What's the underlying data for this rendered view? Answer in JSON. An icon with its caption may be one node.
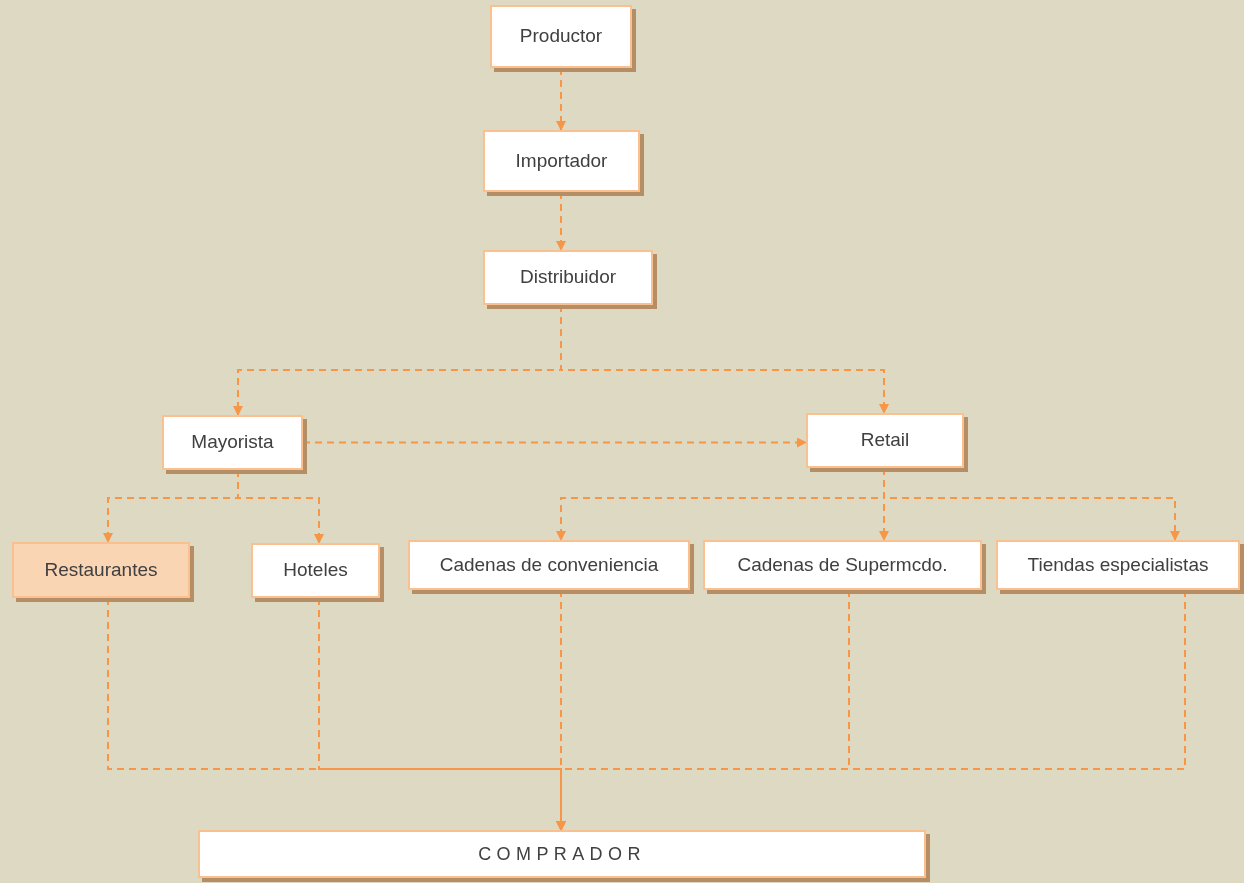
{
  "diagram": {
    "nodes": [
      {
        "text": [
          "Productor"
        ]
      },
      {
        "text": [
          "Importador"
        ]
      },
      {
        "text": [
          "Distribuidor"
        ]
      },
      {
        "text": [
          "Mayorista"
        ]
      },
      {
        "text": [
          "Retail"
        ]
      },
      {
        "text": [
          "Restaurantes"
        ]
      },
      {
        "text": [
          "Hoteles"
        ]
      },
      {
        "text": [
          "Cadenas de conveniencia"
        ]
      },
      {
        "text": [
          "Cadenas de Supermcdo."
        ]
      },
      {
        "text": [
          "Tiendas especialistas"
        ]
      },
      {
        "text": [
          "COMPRADOR"
        ]
      }
    ],
    "edges": [
      {
        "from": 0,
        "to": 1,
        "arrow": "to",
        "style": "dashed"
      },
      {
        "from": 1,
        "to": 2,
        "arrow": "to",
        "style": "dashed"
      },
      {
        "from": 2,
        "to": 3,
        "arrow": "to",
        "style": "dashed"
      },
      {
        "from": 2,
        "to": 4,
        "arrow": "to",
        "style": "dashed"
      },
      {
        "from": 3,
        "to": 4,
        "arrow": "to",
        "style": "dashed"
      },
      {
        "from": 3,
        "to": 5,
        "arrow": "to",
        "style": "dashed"
      },
      {
        "from": 3,
        "to": 6,
        "arrow": "to",
        "style": "dashed"
      },
      {
        "from": 4,
        "to": 7,
        "arrow": "to",
        "style": "dashed"
      },
      {
        "from": 4,
        "to": 8,
        "arrow": "to",
        "style": "dashed"
      },
      {
        "from": 4,
        "to": 9,
        "arrow": "to",
        "style": "dashed"
      },
      {
        "from": 5,
        "to": 10,
        "arrow": "to",
        "style": "dashed"
      },
      {
        "from": 6,
        "to": 10,
        "arrow": "to",
        "style": "dashed"
      },
      {
        "from": 7,
        "to": 10,
        "arrow": "to",
        "style": "dashed"
      },
      {
        "from": 8,
        "to": 10,
        "arrow": "to",
        "style": "dashed"
      },
      {
        "from": 9,
        "to": 10,
        "arrow": "to",
        "style": "dashed"
      }
    ]
  }
}
